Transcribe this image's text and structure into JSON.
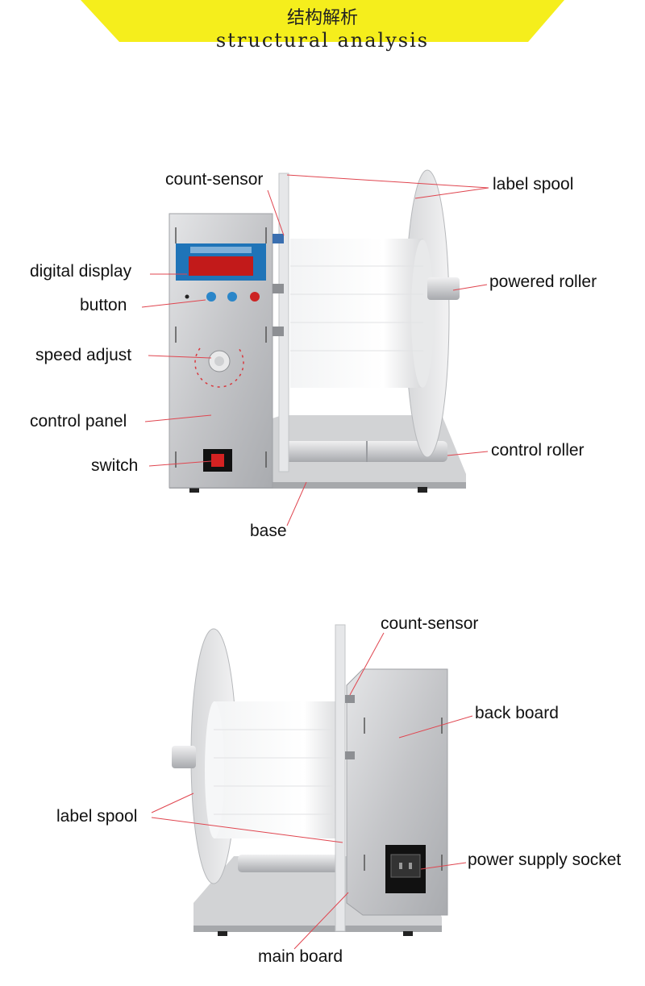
{
  "header": {
    "title_cn": "结构解析",
    "title_en": "structural analysis",
    "banner_color": "#f5ee1c"
  },
  "front_view": {
    "labels": {
      "count_sensor": "count-sensor",
      "label_spool": "label spool",
      "digital_display": "digital display",
      "powered_roller": "powered roller",
      "button": "button",
      "speed_adjust": "speed adjust",
      "control_panel": "control panel",
      "control_roller": "control roller",
      "switch": "switch",
      "base": "base"
    }
  },
  "back_view": {
    "labels": {
      "count_sensor": "count-sensor",
      "back_board": "back board",
      "label_spool": "label spool",
      "power_supply_socket": "power supply socket",
      "main_board": "main board"
    }
  },
  "colors": {
    "leader_line": "#e0454f",
    "metal": "#c9cacc",
    "display_panel": "#1f74b8",
    "display_led": "#c21a1a"
  }
}
